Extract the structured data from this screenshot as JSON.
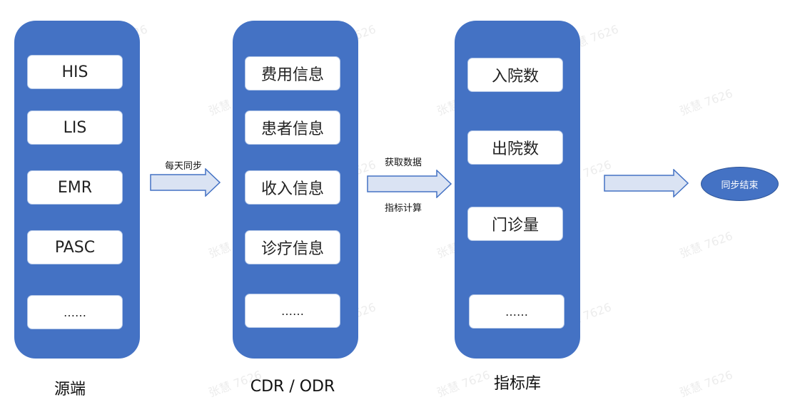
{
  "columns": [
    {
      "items": [
        "HIS",
        "LIS",
        "EMR",
        "PASC",
        "……"
      ],
      "caption": "源端"
    },
    {
      "items": [
        "费用信息",
        "患者信息",
        "收入信息",
        "诊疗信息",
        "……"
      ],
      "caption": "CDR / ODR"
    },
    {
      "items": [
        "入院数",
        "出院数",
        "门诊量",
        "……"
      ],
      "caption": "指标库"
    }
  ],
  "arrows": {
    "a1_top": "每天同步",
    "a2_top": "获取数据",
    "a2_bottom": "指标计算"
  },
  "end_node": "同步结束",
  "colors": {
    "column": "#4472c4",
    "arrow_fill": "#dae3f3",
    "arrow_stroke": "#4472c4"
  }
}
